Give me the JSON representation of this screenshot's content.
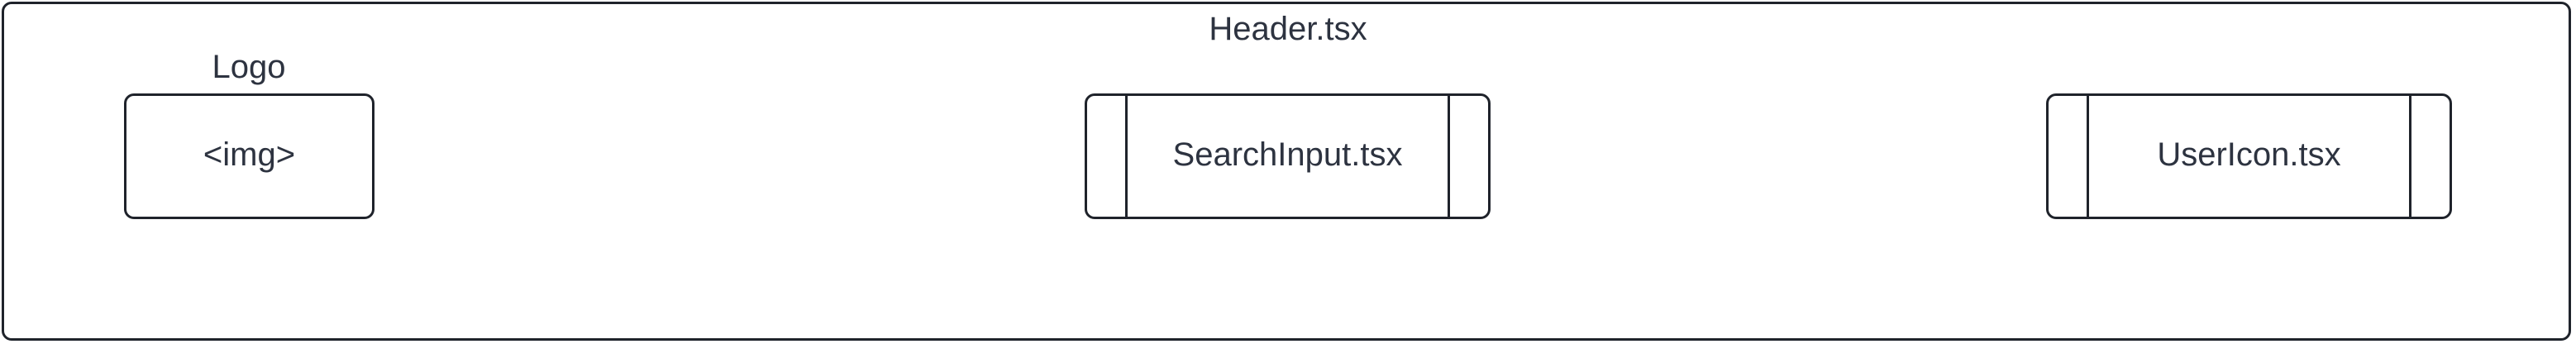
{
  "diagram": {
    "container": {
      "title": "Header.tsx"
    },
    "logo": {
      "caption": "Logo",
      "content": "<img>"
    },
    "search": {
      "content": "SearchInput.tsx"
    },
    "user": {
      "content": "UserIcon.tsx"
    },
    "colors": {
      "stroke": "#1f232b",
      "text": "#2d3340",
      "background": "#ffffff"
    }
  }
}
